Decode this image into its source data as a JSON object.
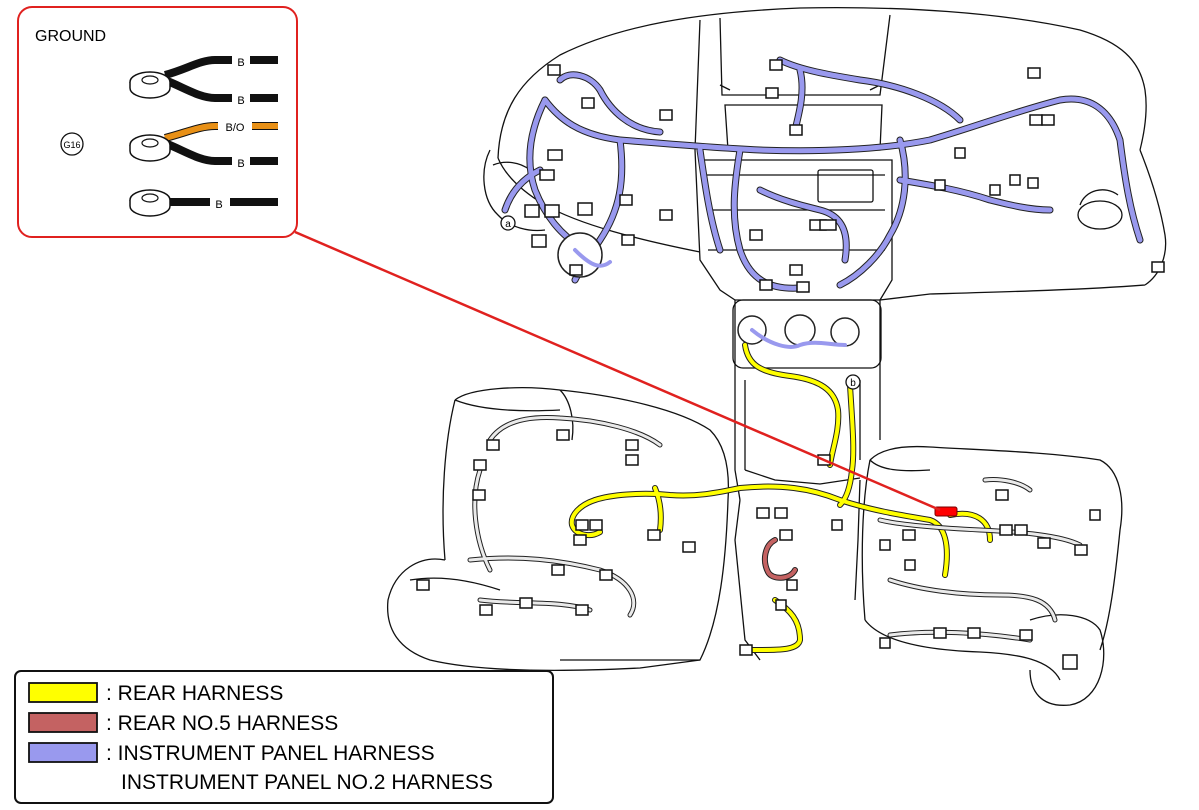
{
  "ground_inset": {
    "title": "GROUND",
    "location_code": "G16",
    "terminals": [
      {
        "wires": [
          {
            "color_code": "B"
          },
          {
            "color_code": "B"
          }
        ]
      },
      {
        "wires": [
          {
            "color_code": "B/O"
          },
          {
            "color_code": "B"
          }
        ]
      },
      {
        "wires": [
          {
            "color_code": "B"
          }
        ]
      }
    ]
  },
  "colors": {
    "callout_border": "#e0211f",
    "callout_line": "#e0211f",
    "rear_harness": "#ffff00",
    "rear_no5_harness": "#c46262",
    "instrument_panel_harness": "#9999ee",
    "wire_black": "#111111",
    "wire_orange": "#e89016",
    "ground_highlight": "#ff0000"
  },
  "connector_marks": [
    "a",
    "b"
  ],
  "legend": {
    "items": [
      {
        "swatch_color": "#ffff00",
        "label": ": REAR HARNESS"
      },
      {
        "swatch_color": "#c46262",
        "label": ": REAR NO.5 HARNESS"
      },
      {
        "swatch_color": "#9999ee",
        "label": ": INSTRUMENT PANEL HARNESS"
      }
    ],
    "continuation": "INSTRUMENT PANEL NO.2 HARNESS"
  }
}
